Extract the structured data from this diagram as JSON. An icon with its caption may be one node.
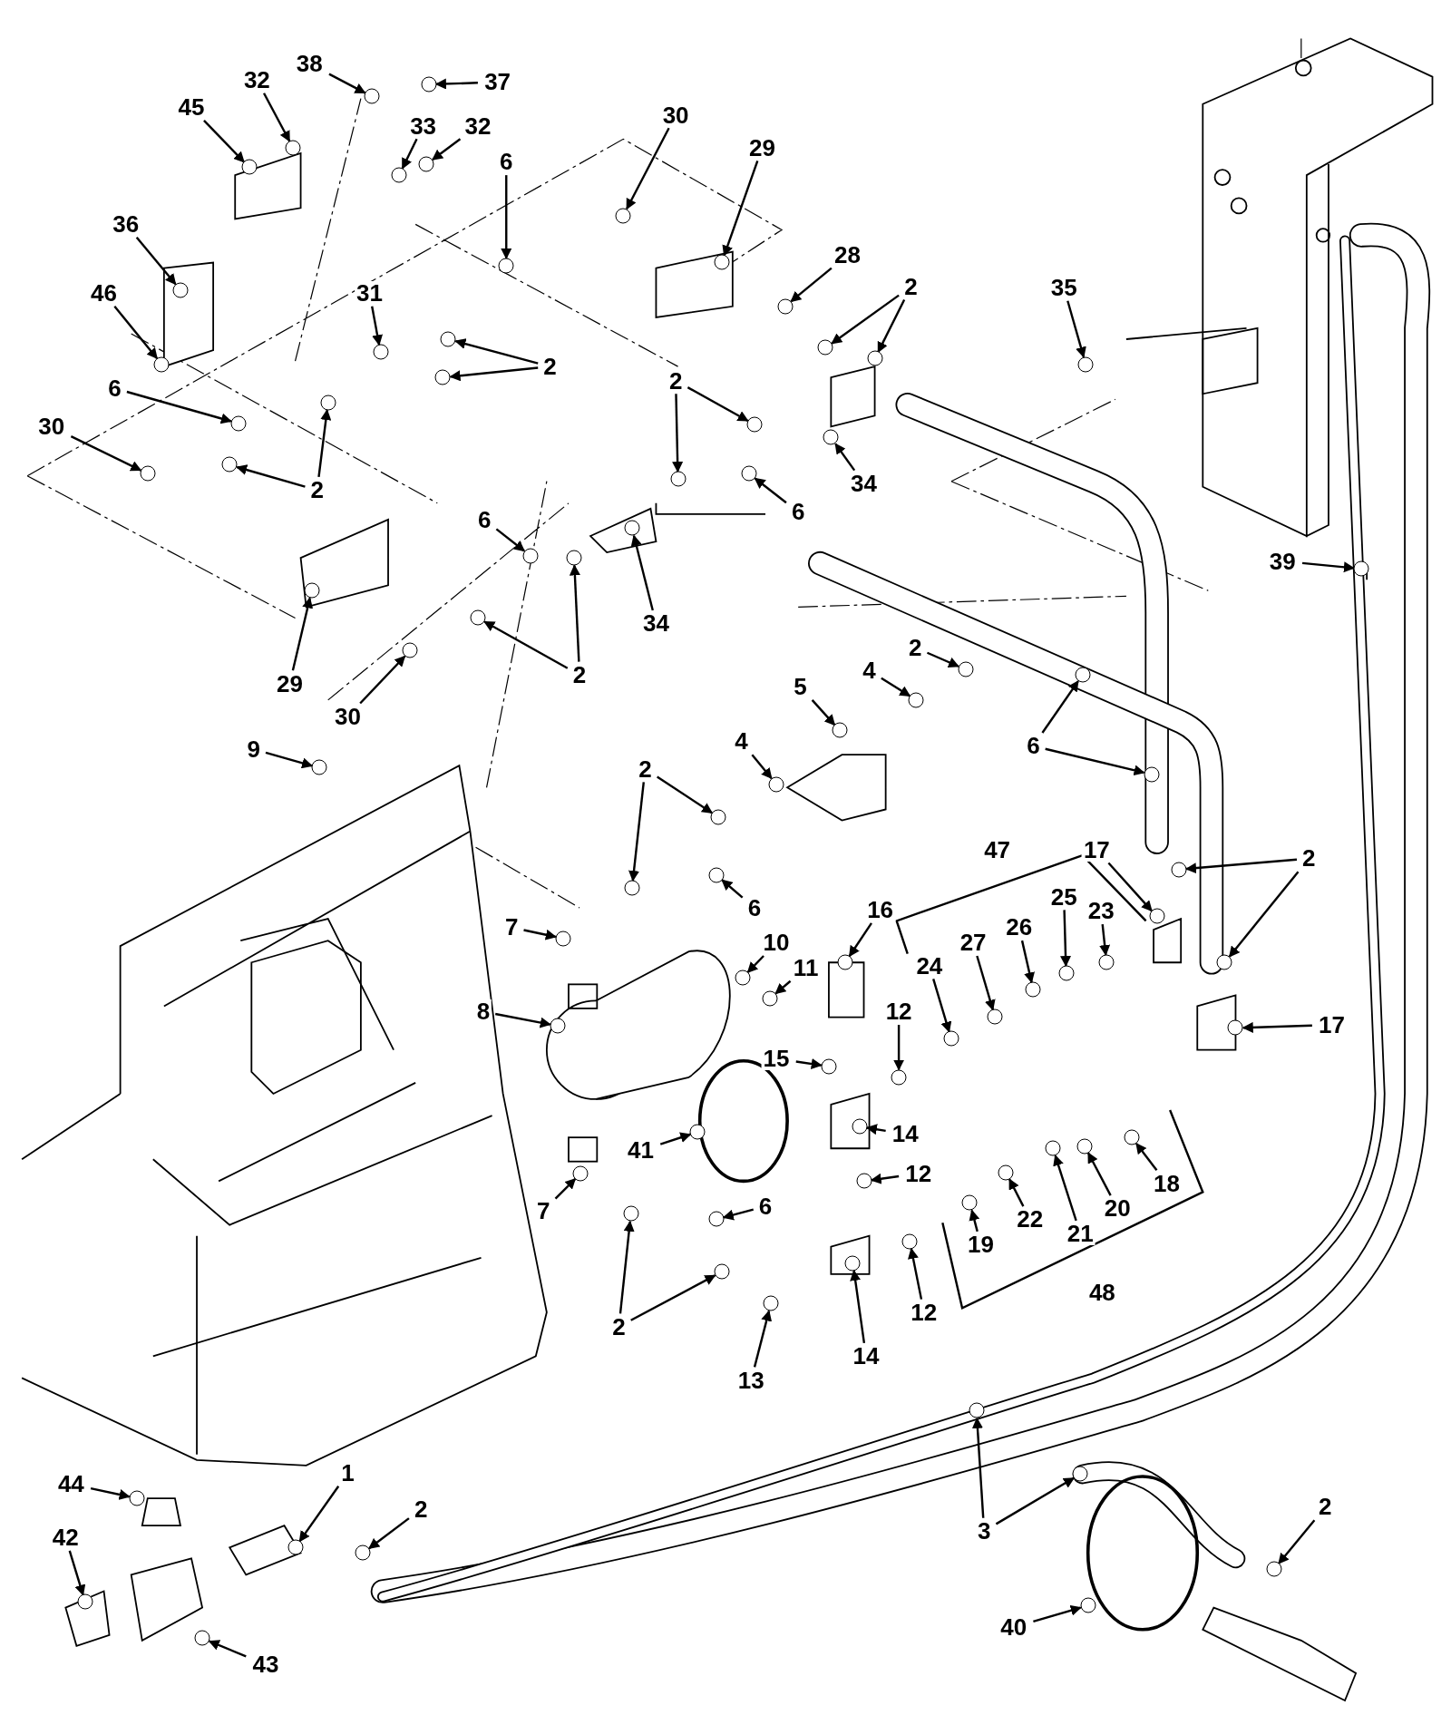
{
  "diagram": {
    "nodes": [
      {
        "text": [
          "38"
        ]
      },
      {
        "text": [
          "37"
        ]
      },
      {
        "text": [
          "32"
        ]
      },
      {
        "text": [
          "45"
        ]
      },
      {
        "text": [
          "33"
        ]
      },
      {
        "text": [
          "32"
        ]
      },
      {
        "text": [
          "30"
        ]
      },
      {
        "text": [
          "29"
        ]
      },
      {
        "text": [
          "6"
        ]
      },
      {
        "text": [
          "36"
        ]
      },
      {
        "text": [
          "28"
        ]
      },
      {
        "text": [
          "2"
        ]
      },
      {
        "text": [
          "35"
        ]
      },
      {
        "text": [
          "46"
        ]
      },
      {
        "text": [
          "31"
        ]
      },
      {
        "text": [
          "2"
        ]
      },
      {
        "text": [
          "6"
        ]
      },
      {
        "text": [
          "30"
        ]
      },
      {
        "text": [
          "2"
        ]
      },
      {
        "text": [
          "2"
        ]
      },
      {
        "text": [
          "34"
        ]
      },
      {
        "text": [
          "6"
        ]
      },
      {
        "text": [
          "39"
        ]
      },
      {
        "text": [
          "6"
        ]
      },
      {
        "text": [
          "34"
        ]
      },
      {
        "text": [
          "29"
        ]
      },
      {
        "text": [
          "2"
        ]
      },
      {
        "text": [
          "30"
        ]
      },
      {
        "text": [
          "2"
        ]
      },
      {
        "text": [
          "4"
        ]
      },
      {
        "text": [
          "5"
        ]
      },
      {
        "text": [
          "6"
        ]
      },
      {
        "text": [
          "9"
        ]
      },
      {
        "text": [
          "4"
        ]
      },
      {
        "text": [
          "2"
        ]
      },
      {
        "text": [
          "17"
        ]
      },
      {
        "text": [
          "2"
        ]
      },
      {
        "text": [
          "16"
        ]
      },
      {
        "text": [
          "6"
        ]
      },
      {
        "text": [
          "23"
        ]
      },
      {
        "text": [
          "25"
        ]
      },
      {
        "text": [
          "26"
        ]
      },
      {
        "text": [
          "7"
        ]
      },
      {
        "text": [
          "27"
        ]
      },
      {
        "text": [
          "24"
        ]
      },
      {
        "text": [
          "10"
        ]
      },
      {
        "text": [
          "11"
        ]
      },
      {
        "text": [
          "8"
        ]
      },
      {
        "text": [
          "12"
        ]
      },
      {
        "text": [
          "17"
        ]
      },
      {
        "text": [
          "15"
        ]
      },
      {
        "text": [
          "41"
        ]
      },
      {
        "text": [
          "14"
        ]
      },
      {
        "text": [
          "12"
        ]
      },
      {
        "text": [
          "18"
        ]
      },
      {
        "text": [
          "20"
        ]
      },
      {
        "text": [
          "7"
        ]
      },
      {
        "text": [
          "6"
        ]
      },
      {
        "text": [
          "22"
        ]
      },
      {
        "text": [
          "21"
        ]
      },
      {
        "text": [
          "19"
        ]
      },
      {
        "text": [
          "2"
        ]
      },
      {
        "text": [
          "12"
        ]
      },
      {
        "text": [
          "14"
        ]
      },
      {
        "text": [
          "13"
        ]
      },
      {
        "text": [
          "3"
        ]
      },
      {
        "text": [
          "1"
        ]
      },
      {
        "text": [
          "44"
        ]
      },
      {
        "text": [
          "2"
        ]
      },
      {
        "text": [
          "2"
        ]
      },
      {
        "text": [
          "42"
        ]
      },
      {
        "text": [
          "40"
        ]
      },
      {
        "text": [
          "43"
        ]
      },
      {
        "text": [
          "47"
        ]
      },
      {
        "text": [
          "48"
        ]
      },
      {
        "text": [],
        "shape": "circle"
      },
      {
        "text": [],
        "shape": "circle"
      },
      {
        "text": [],
        "shape": "circle"
      },
      {
        "text": [],
        "shape": "circle"
      },
      {
        "text": [],
        "shape": "circle"
      },
      {
        "text": [],
        "shape": "circle"
      },
      {
        "text": [],
        "shape": "circle"
      },
      {
        "text": [],
        "shape": "circle"
      },
      {
        "text": [],
        "shape": "circle"
      },
      {
        "text": [],
        "shape": "circle"
      },
      {
        "text": [],
        "shape": "circle"
      },
      {
        "text": [],
        "shape": "circle"
      },
      {
        "text": [],
        "shape": "circle"
      },
      {
        "text": [],
        "shape": "circle"
      },
      {
        "text": [],
        "shape": "circle"
      },
      {
        "text": [],
        "shape": "circle"
      },
      {
        "text": [],
        "shape": "circle"
      },
      {
        "text": [],
        "shape": "circle"
      },
      {
        "text": [],
        "shape": "circle"
      },
      {
        "text": [],
        "shape": "circle"
      },
      {
        "text": [],
        "shape": "circle"
      },
      {
        "text": [],
        "shape": "circle"
      },
      {
        "text": [],
        "shape": "circle"
      },
      {
        "text": [],
        "shape": "circle"
      },
      {
        "text": [],
        "shape": "circle"
      },
      {
        "text": [],
        "shape": "circle"
      },
      {
        "text": [],
        "shape": "circle"
      },
      {
        "text": [],
        "shape": "circle"
      },
      {
        "text": [],
        "shape": "circle"
      },
      {
        "text": [],
        "shape": "circle"
      },
      {
        "text": [],
        "shape": "circle"
      },
      {
        "text": [],
        "shape": "circle"
      },
      {
        "text": [],
        "shape": "circle"
      },
      {
        "text": [],
        "shape": "circle"
      },
      {
        "text": [],
        "shape": "circle"
      },
      {
        "text": [],
        "shape": "circle"
      },
      {
        "text": [],
        "shape": "circle"
      },
      {
        "text": [],
        "shape": "circle"
      },
      {
        "text": [],
        "shape": "circle"
      },
      {
        "text": [],
        "shape": "circle"
      },
      {
        "text": [],
        "shape": "circle"
      },
      {
        "text": [],
        "shape": "circle"
      },
      {
        "text": [],
        "shape": "circle"
      },
      {
        "text": [],
        "shape": "circle"
      },
      {
        "text": [],
        "shape": "circle"
      },
      {
        "text": [],
        "shape": "circle"
      },
      {
        "text": [],
        "shape": "circle"
      },
      {
        "text": [],
        "shape": "circle"
      },
      {
        "text": [],
        "shape": "circle"
      },
      {
        "text": [],
        "shape": "circle"
      },
      {
        "text": [],
        "shape": "circle"
      },
      {
        "text": [],
        "shape": "circle"
      },
      {
        "text": [],
        "shape": "circle"
      },
      {
        "text": [],
        "shape": "circle"
      },
      {
        "text": [],
        "shape": "circle"
      },
      {
        "text": [],
        "shape": "circle"
      },
      {
        "text": [],
        "shape": "circle"
      },
      {
        "text": [],
        "shape": "circle"
      },
      {
        "text": [],
        "shape": "circle"
      },
      {
        "text": [],
        "shape": "circle"
      },
      {
        "text": [],
        "shape": "circle"
      },
      {
        "text": [],
        "shape": "circle"
      },
      {
        "text": [],
        "shape": "circle"
      },
      {
        "text": [],
        "shape": "circle"
      },
      {
        "text": [],
        "shape": "circle"
      },
      {
        "text": [],
        "shape": "circle"
      },
      {
        "text": [],
        "shape": "circle"
      },
      {
        "text": [],
        "shape": "circle"
      },
      {
        "text": [],
        "shape": "circle"
      },
      {
        "text": [],
        "shape": "circle"
      },
      {
        "text": [],
        "shape": "circle"
      },
      {
        "text": [],
        "shape": "circle"
      },
      {
        "text": [],
        "shape": "circle"
      },
      {
        "text": [],
        "shape": "circle"
      },
      {
        "text": [],
        "shape": "circle"
      },
      {
        "text": [],
        "shape": "circle"
      },
      {
        "text": [],
        "shape": "circle"
      },
      {
        "text": [],
        "shape": "circle"
      },
      {
        "text": [],
        "shape": "circle"
      },
      {
        "text": [],
        "shape": "circle"
      },
      {
        "text": [],
        "shape": "circle"
      },
      {
        "text": [],
        "shape": "circle"
      },
      {
        "text": [],
        "shape": "circle"
      }
    ],
    "edges": [
      {
        "from": 0,
        "to": 75,
        "arrow": "to"
      },
      {
        "from": 1,
        "to": 76,
        "arrow": "to"
      },
      {
        "from": 2,
        "to": 77,
        "arrow": "to"
      },
      {
        "from": 3,
        "to": 78,
        "arrow": "to"
      },
      {
        "from": 4,
        "to": 79,
        "arrow": "to"
      },
      {
        "from": 5,
        "to": 80,
        "arrow": "to"
      },
      {
        "from": 6,
        "to": 81,
        "arrow": "to"
      },
      {
        "from": 7,
        "to": 82,
        "arrow": "to"
      },
      {
        "from": 8,
        "to": 83,
        "arrow": "to"
      },
      {
        "from": 9,
        "to": 84,
        "arrow": "to"
      },
      {
        "from": 10,
        "to": 85,
        "arrow": "to"
      },
      {
        "from": 11,
        "to": 86,
        "arrow": "to"
      },
      {
        "from": 11,
        "to": 87,
        "arrow": "to"
      },
      {
        "from": 12,
        "to": 88,
        "arrow": "to"
      },
      {
        "from": 13,
        "to": 89,
        "arrow": "to"
      },
      {
        "from": 14,
        "to": 90,
        "arrow": "to"
      },
      {
        "from": 15,
        "to": 91,
        "arrow": "to"
      },
      {
        "from": 15,
        "to": 92,
        "arrow": "to"
      },
      {
        "from": 16,
        "to": 93,
        "arrow": "to"
      },
      {
        "from": 17,
        "to": 94,
        "arrow": "to"
      },
      {
        "from": 18,
        "to": 95,
        "arrow": "to"
      },
      {
        "from": 18,
        "to": 96,
        "arrow": "to"
      },
      {
        "from": 19,
        "to": 97,
        "arrow": "to"
      },
      {
        "from": 19,
        "to": 98,
        "arrow": "to"
      },
      {
        "from": 20,
        "to": 99,
        "arrow": "to"
      },
      {
        "from": 21,
        "to": 100,
        "arrow": "to"
      },
      {
        "from": 22,
        "to": 101,
        "arrow": "to"
      },
      {
        "from": 23,
        "to": 102,
        "arrow": "to"
      },
      {
        "from": 24,
        "to": 103,
        "arrow": "to"
      },
      {
        "from": 25,
        "to": 104,
        "arrow": "to"
      },
      {
        "from": 26,
        "to": 105,
        "arrow": "to"
      },
      {
        "from": 26,
        "to": 106,
        "arrow": "to"
      },
      {
        "from": 27,
        "to": 107,
        "arrow": "to"
      },
      {
        "from": 28,
        "to": 108,
        "arrow": "to"
      },
      {
        "from": 29,
        "to": 109,
        "arrow": "to"
      },
      {
        "from": 30,
        "to": 110,
        "arrow": "to"
      },
      {
        "from": 31,
        "to": 111,
        "arrow": "to"
      },
      {
        "from": 31,
        "to": 112,
        "arrow": "to"
      },
      {
        "from": 32,
        "to": 113,
        "arrow": "to"
      },
      {
        "from": 33,
        "to": 114,
        "arrow": "to"
      },
      {
        "from": 34,
        "to": 115,
        "arrow": "to"
      },
      {
        "from": 34,
        "to": 116,
        "arrow": "to"
      },
      {
        "from": 35,
        "to": 117,
        "arrow": "to"
      },
      {
        "from": 36,
        "to": 118,
        "arrow": "to"
      },
      {
        "from": 36,
        "to": 119,
        "arrow": "to"
      },
      {
        "from": 37,
        "to": 120,
        "arrow": "to"
      },
      {
        "from": 38,
        "to": 121,
        "arrow": "to"
      },
      {
        "from": 39,
        "to": 122,
        "arrow": "to"
      },
      {
        "from": 40,
        "to": 123,
        "arrow": "to"
      },
      {
        "from": 41,
        "to": 124,
        "arrow": "to"
      },
      {
        "from": 42,
        "to": 125,
        "arrow": "to"
      },
      {
        "from": 43,
        "to": 126,
        "arrow": "to"
      },
      {
        "from": 44,
        "to": 127,
        "arrow": "to"
      },
      {
        "from": 45,
        "to": 128,
        "arrow": "to"
      },
      {
        "from": 46,
        "to": 129,
        "arrow": "to"
      },
      {
        "from": 47,
        "to": 130,
        "arrow": "to"
      },
      {
        "from": 48,
        "to": 131,
        "arrow": "to"
      },
      {
        "from": 49,
        "to": 132,
        "arrow": "to"
      },
      {
        "from": 50,
        "to": 133,
        "arrow": "to"
      },
      {
        "from": 51,
        "to": 134,
        "arrow": "to"
      },
      {
        "from": 52,
        "to": 135,
        "arrow": "to"
      },
      {
        "from": 53,
        "to": 136,
        "arrow": "to"
      },
      {
        "from": 54,
        "to": 137,
        "arrow": "to"
      },
      {
        "from": 55,
        "to": 138,
        "arrow": "to"
      },
      {
        "from": 56,
        "to": 139,
        "arrow": "to"
      },
      {
        "from": 57,
        "to": 140,
        "arrow": "to"
      },
      {
        "from": 58,
        "to": 141,
        "arrow": "to"
      },
      {
        "from": 59,
        "to": 142,
        "arrow": "to"
      },
      {
        "from": 60,
        "to": 143,
        "arrow": "to"
      },
      {
        "from": 61,
        "to": 144,
        "arrow": "to"
      },
      {
        "from": 61,
        "to": 145,
        "arrow": "to"
      },
      {
        "from": 62,
        "to": 146,
        "arrow": "to"
      },
      {
        "from": 63,
        "to": 147,
        "arrow": "to"
      },
      {
        "from": 64,
        "to": 148,
        "arrow": "to"
      },
      {
        "from": 65,
        "to": 149,
        "arrow": "to"
      },
      {
        "from": 65,
        "to": 150,
        "arrow": "to"
      },
      {
        "from": 66,
        "to": 151,
        "arrow": "to"
      },
      {
        "from": 67,
        "to": 152,
        "arrow": "to"
      },
      {
        "from": 68,
        "to": 153,
        "arrow": "to"
      },
      {
        "from": 69,
        "to": 154,
        "arrow": "to"
      },
      {
        "from": 70,
        "to": 155,
        "arrow": "to"
      },
      {
        "from": 71,
        "to": 156,
        "arrow": "to"
      },
      {
        "from": 72,
        "to": 157,
        "arrow": "to"
      }
    ]
  }
}
